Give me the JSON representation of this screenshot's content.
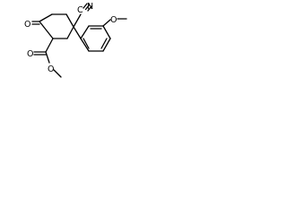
{
  "molecule": {
    "atom_labels": {
      "ketone_oxygen": "O",
      "nitrile_carbon": "C",
      "nitrile_nitrogen": "N",
      "ester_carbonyl_oxygen": "O",
      "ester_ether_oxygen": "O",
      "methoxy_oxygen": "O"
    }
  }
}
